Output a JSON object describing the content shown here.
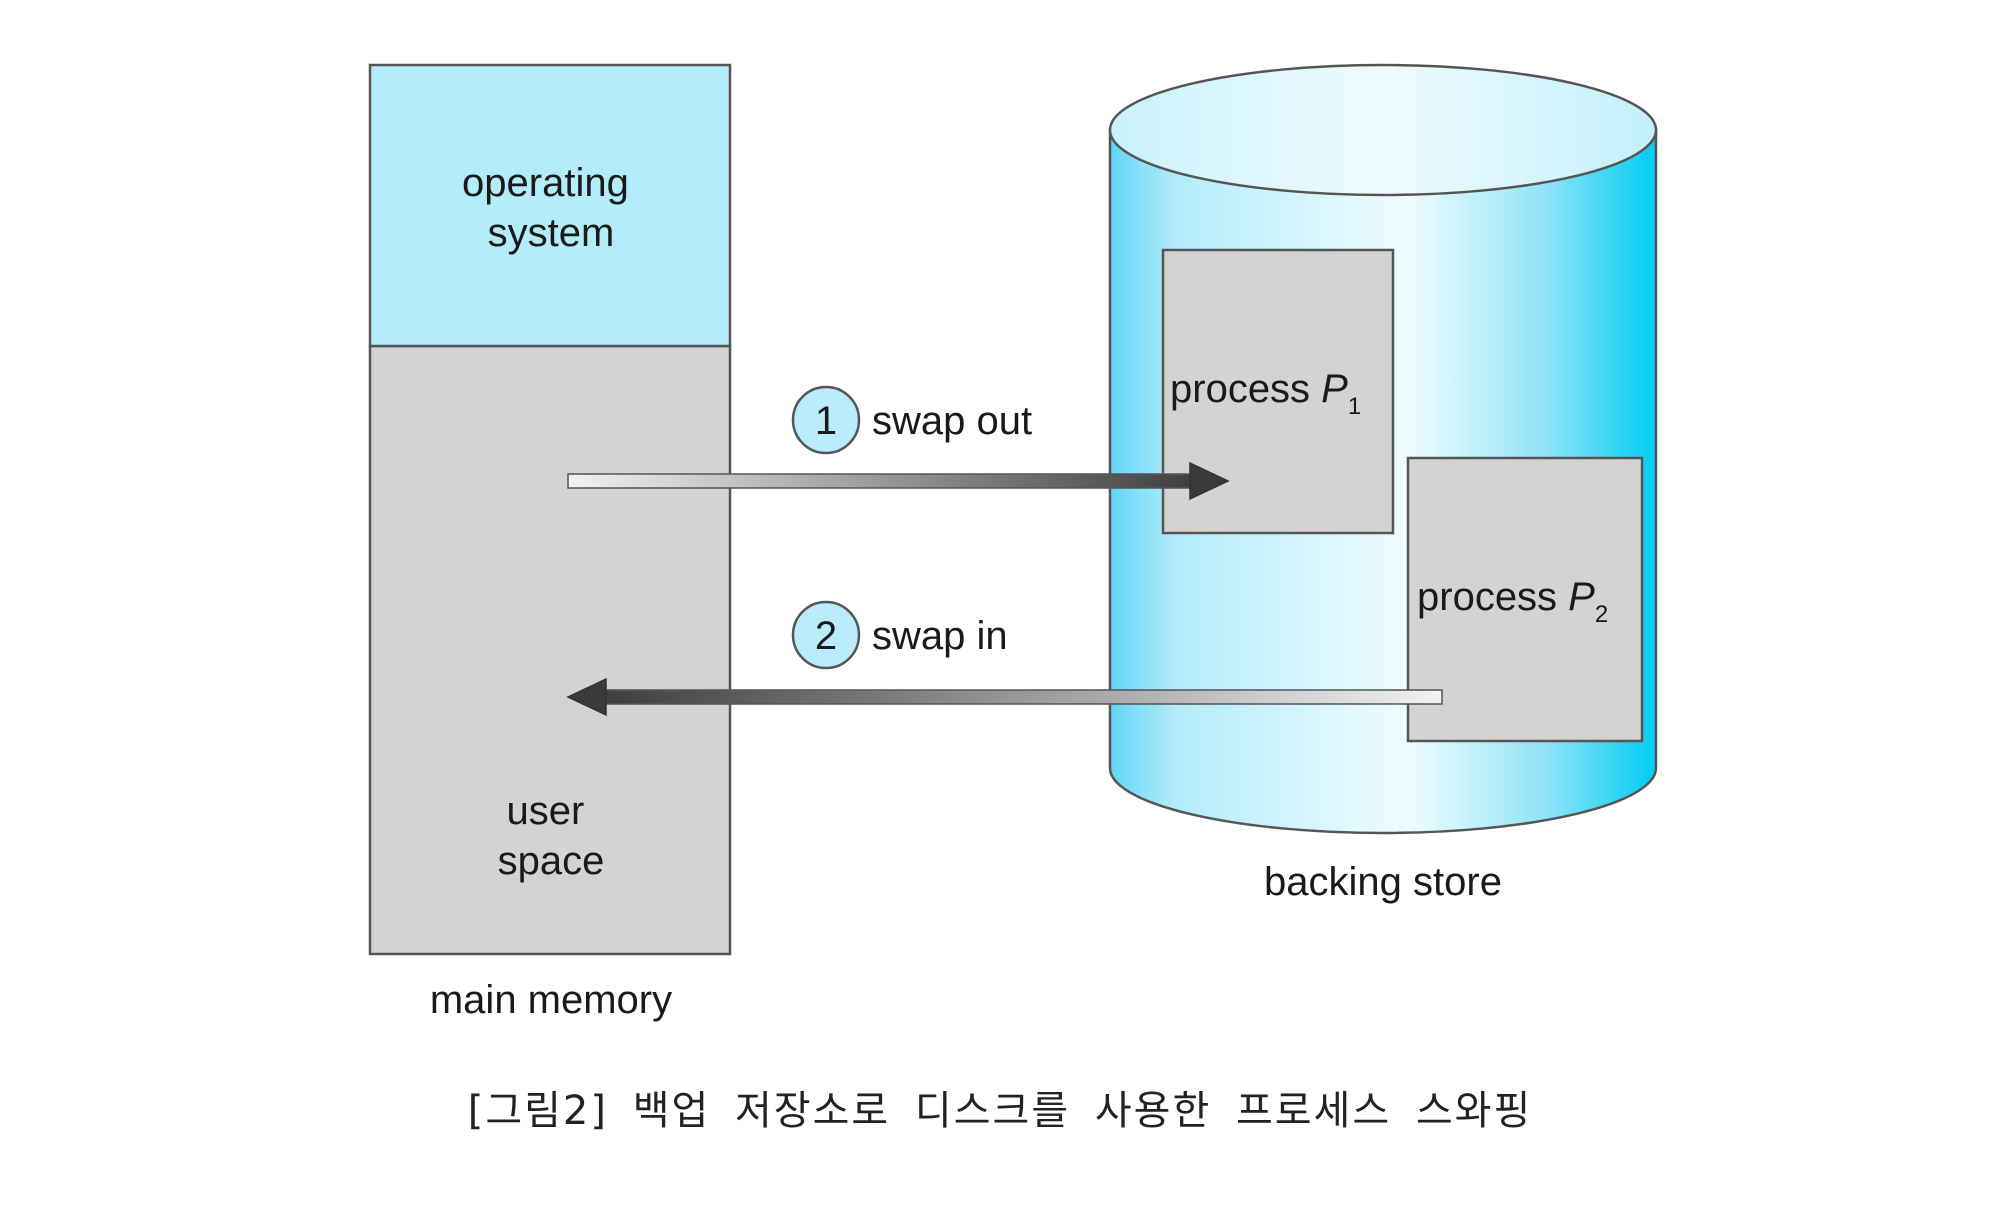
{
  "diagram": {
    "main_memory": {
      "os_region_label": [
        "operating",
        "system"
      ],
      "user_region_label": [
        "user",
        "space"
      ],
      "caption": "main memory"
    },
    "backing_store": {
      "caption": "backing store",
      "process_p1": {
        "text": "process ",
        "name": "P",
        "subscript": "1"
      },
      "process_p2": {
        "text": "process ",
        "name": "P",
        "subscript": "2"
      }
    },
    "swap_out": {
      "number": "1",
      "label": "swap out"
    },
    "swap_in": {
      "number": "2",
      "label": "swap in"
    },
    "figure_caption": "[그림2] 백업 저장소로 디스크를 사용한 프로세스 스와핑"
  },
  "colors": {
    "os_fill": "#b3ecfb",
    "user_space_fill": "#d3d3d3",
    "box_border": "#555555",
    "disk_light": "#e8fbff",
    "disk_dark": "#00cdf2",
    "disk_top": "#d6f5fd",
    "step_circle_fill": "#b9ecfc",
    "arrow_dark": "#444444"
  }
}
